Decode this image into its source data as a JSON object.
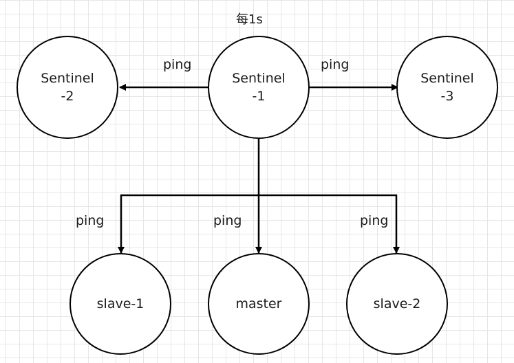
{
  "diagram": {
    "title": "每1s",
    "nodes": {
      "sentinel1": "Sentinel\n-1",
      "sentinel2": "Sentinel\n-2",
      "sentinel3": "Sentinel\n-3",
      "slave1": "slave-1",
      "master": "master",
      "slave2": "slave-2"
    },
    "edges": {
      "s1_to_s2": "ping",
      "s1_to_s3": "ping",
      "s1_to_slave1": "ping",
      "s1_to_master": "ping",
      "s1_to_slave2": "ping"
    },
    "colors": {
      "stroke": "#000000",
      "grid": "#e6e6e6"
    }
  }
}
